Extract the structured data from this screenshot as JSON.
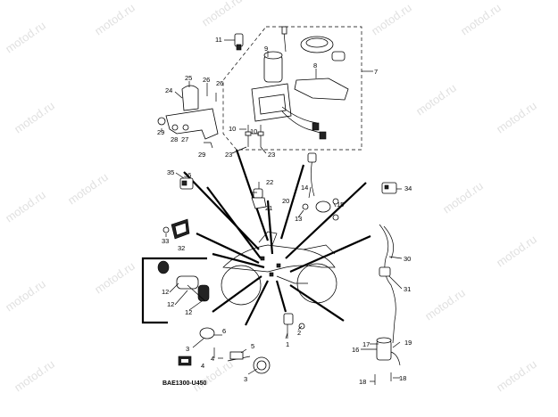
{
  "watermark": "motod.ru",
  "diagram_code": "BAE1300-U450",
  "callouts": {
    "c1": "1",
    "c2": "2",
    "c3": "3",
    "c4": "4",
    "c5": "5",
    "c6": "6",
    "c7": "7",
    "c8": "8",
    "c9": "9",
    "c10a": "10",
    "c10b": "10",
    "c11": "11",
    "c12a": "12",
    "c12b": "12",
    "c12c": "12",
    "c13": "13",
    "c14": "14",
    "c15": "15",
    "c16": "16",
    "c17": "17",
    "c18a": "18",
    "c18b": "18",
    "c19": "19",
    "c20": "20",
    "c21": "21",
    "c22": "22",
    "c23a": "23",
    "c23b": "23",
    "c24": "24",
    "c25": "25",
    "c26a": "26",
    "c26b": "26",
    "c27": "27",
    "c28": "28",
    "c29a": "29",
    "c29b": "29",
    "c30": "30",
    "c31": "31",
    "c32": "32",
    "c33": "33",
    "c34": "34",
    "c35": "35",
    "c36": "36"
  }
}
